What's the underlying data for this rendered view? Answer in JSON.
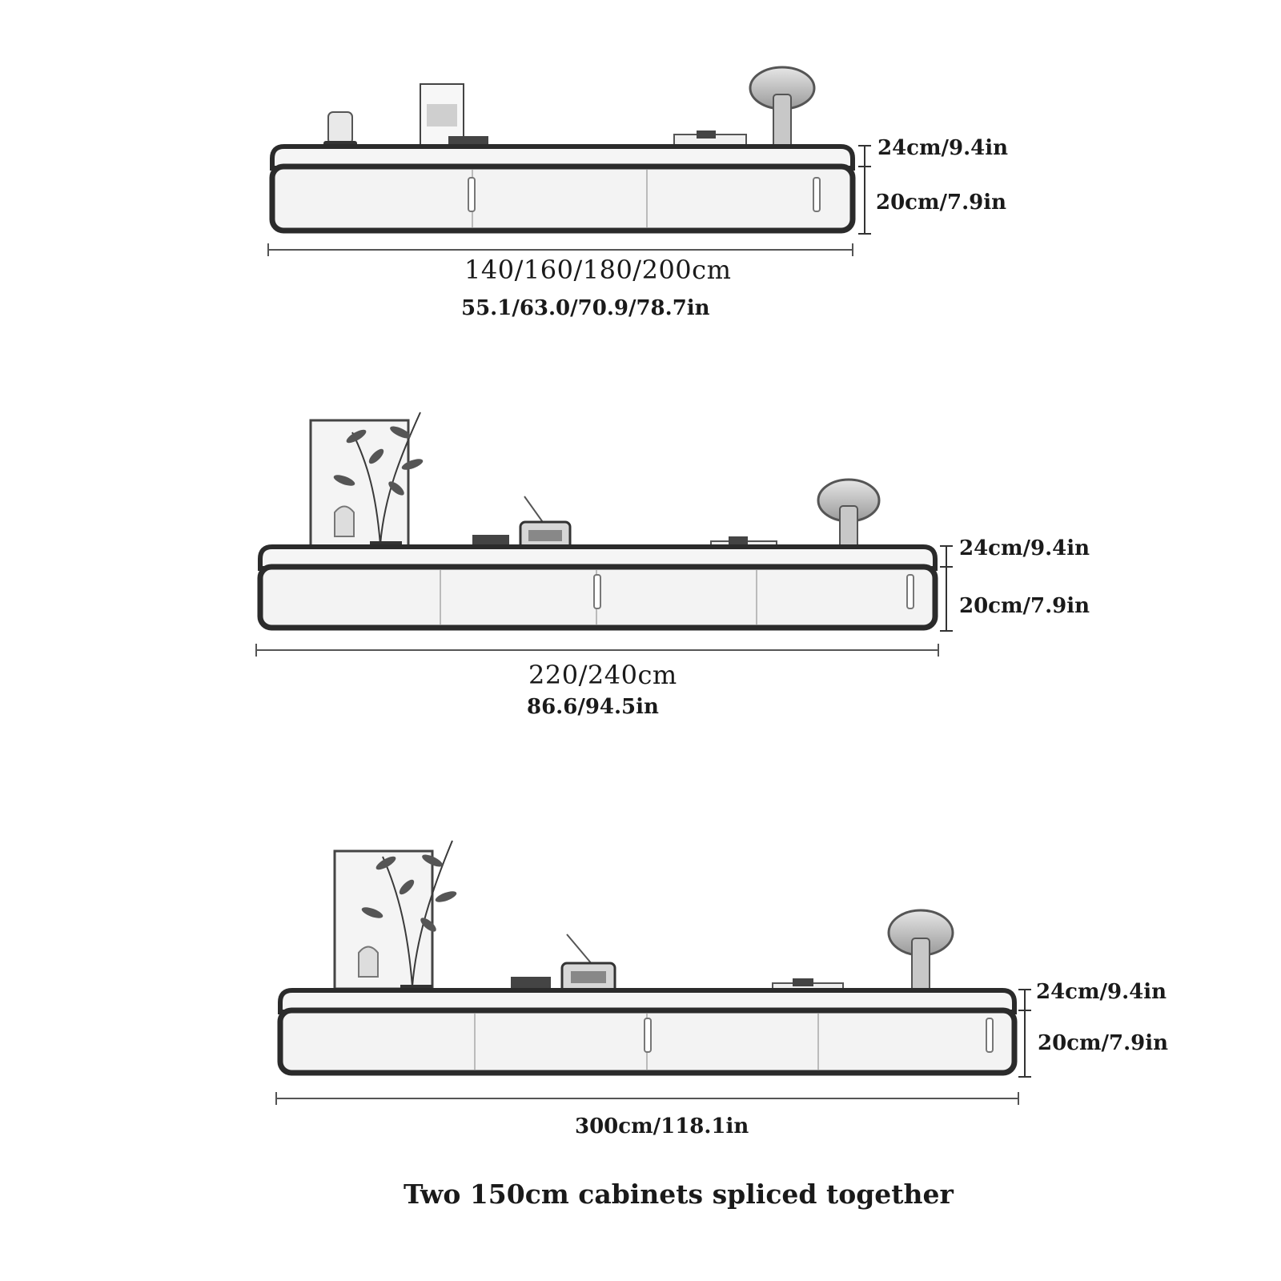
{
  "colors": {
    "ink": "#2b2b2b",
    "panel": "#f3f3f3",
    "lamp": "#bdbdbd"
  },
  "cabinets": [
    {
      "height_total": "24cm/9.4in",
      "height_body": "20cm/7.9in",
      "width_cm": "140/160/180/200cm",
      "width_in": "55.1/63.0/70.9/78.7in"
    },
    {
      "height_total": "24cm/9.4in",
      "height_body": "20cm/7.9in",
      "width_cm": "220/240cm",
      "width_in": "86.6/94.5in"
    },
    {
      "height_total": "24cm/9.4in",
      "height_body": "20cm/7.9in",
      "width_combined": "300cm/118.1in"
    }
  ],
  "caption": "Two 150cm cabinets spliced together"
}
